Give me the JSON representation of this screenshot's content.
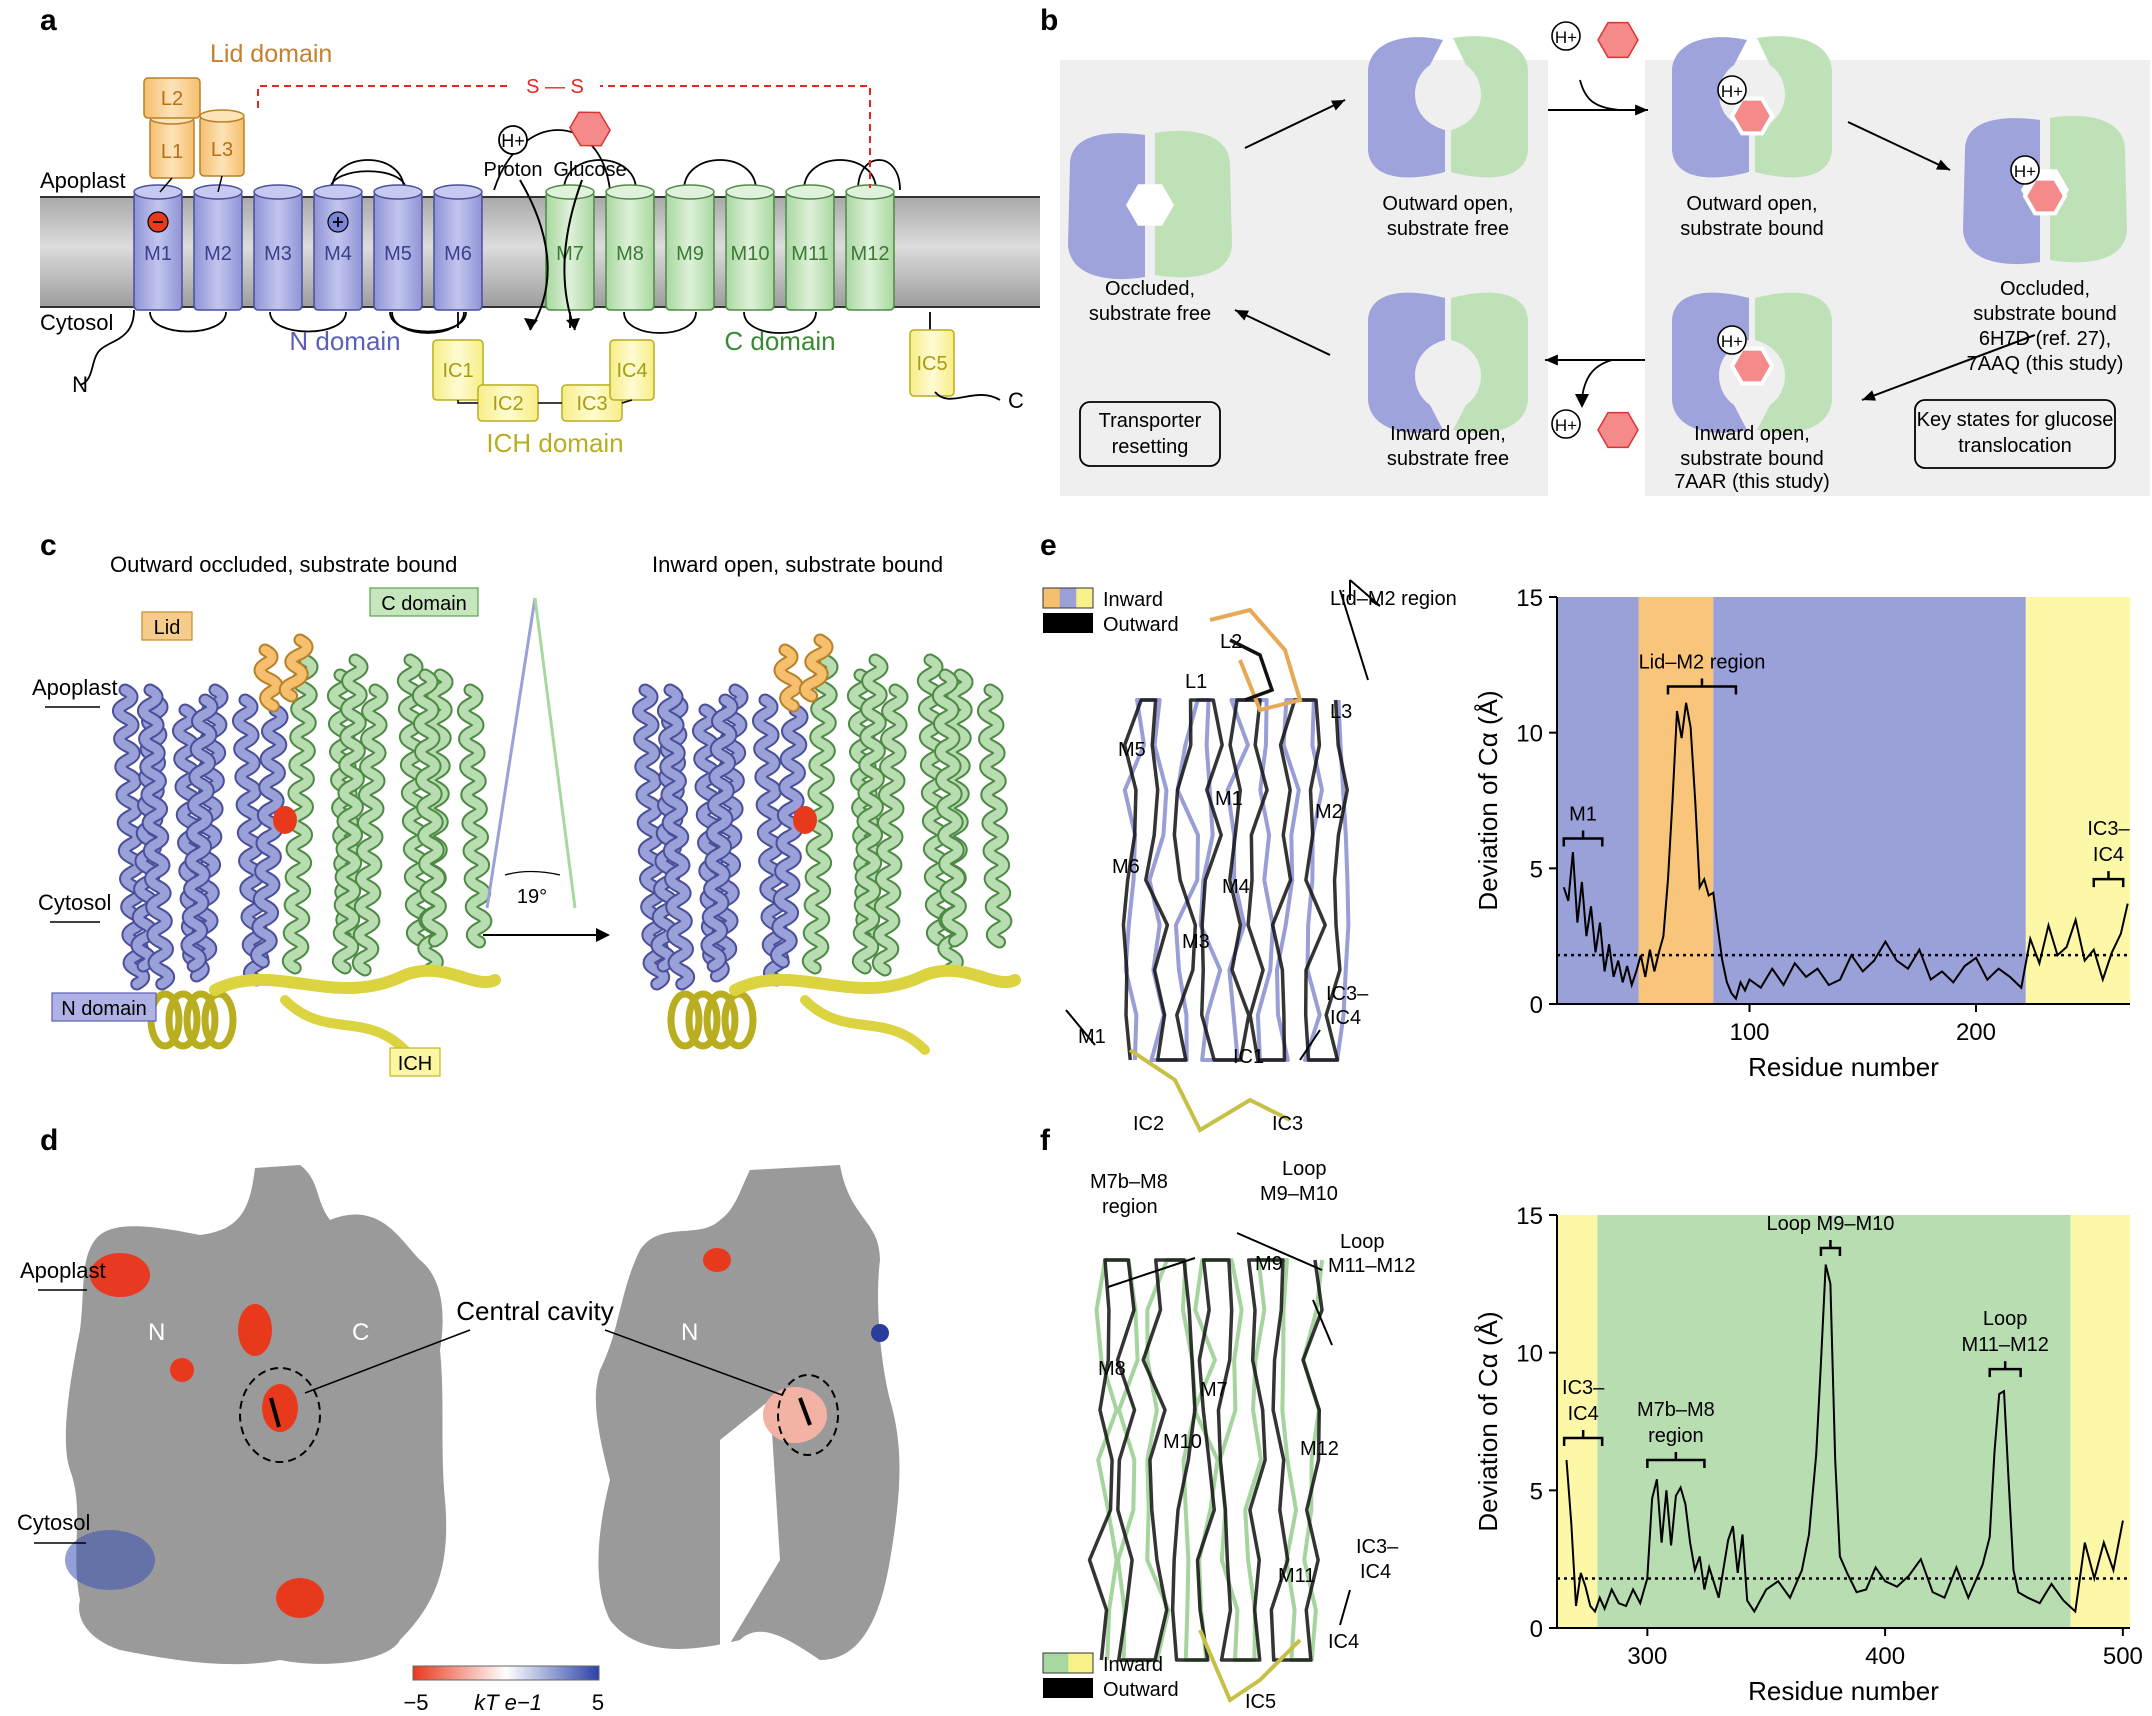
{
  "panels": {
    "a": "a",
    "b": "b",
    "c": "c",
    "d": "d",
    "e": "e",
    "f": "f"
  },
  "panel_a": {
    "lid_domain": "Lid domain",
    "loops": [
      "L1",
      "L2",
      "L3"
    ],
    "ss": "S — S",
    "apoplast": "Apoplast",
    "cytosol": "Cytosol",
    "helices": [
      "M1",
      "M2",
      "M3",
      "M4",
      "M5",
      "M6",
      "M7",
      "M8",
      "M9",
      "M10",
      "M11",
      "M12"
    ],
    "ic": [
      "IC1",
      "IC2",
      "IC3",
      "IC4",
      "IC5"
    ],
    "n_domain": "N domain",
    "c_domain": "C domain",
    "ich_domain": "ICH domain",
    "proton": "Proton",
    "glucose": "Glucose",
    "h_plus": "H+",
    "n_term": "N",
    "c_term": "C",
    "colors": {
      "n": "#9fa3dc",
      "c": "#b9ddb0",
      "lid": "#f7c77f",
      "ich": "#fbf39c",
      "ss": "#e8251f"
    }
  },
  "panel_b": {
    "states": [
      "Occluded, substrate free",
      "Outward open, substrate free",
      "Outward open, substrate bound",
      "Occluded, substrate bound",
      "6H7D (ref. 27),",
      "7AAQ (this study)",
      "Inward open, substrate bound",
      "7AAR (this study)",
      "Inward open, substrate free"
    ],
    "box_left": "Transporter resetting",
    "box_right": "Key states for glucose translocation",
    "h_plus": "H+"
  },
  "panel_c": {
    "title_left": "Outward occluded, substrate bound",
    "title_right": "Inward open, substrate bound",
    "lid": "Lid",
    "c_domain": "C domain",
    "n_domain": "N domain",
    "ich": "ICH",
    "apoplast": "Apoplast",
    "cytosol": "Cytosol",
    "angle": "19°"
  },
  "panel_d": {
    "apoplast": "Apoplast",
    "cytosol": "Cytosol",
    "n": "N",
    "c": "C",
    "central_cavity": "Central cavity",
    "scale_min": "−5",
    "scale_max": "5",
    "scale_unit": "kT e−1"
  },
  "panel_e": {
    "legend_inward": "Inward",
    "legend_outward": "Outward",
    "structure_labels": [
      "Lid–M2 region",
      "L2",
      "L1",
      "L3",
      "M5",
      "M1",
      "M2",
      "M6",
      "M4",
      "M3",
      "M1",
      "IC3–",
      "IC4",
      "IC1",
      "IC2",
      "IC3"
    ]
  },
  "panel_f": {
    "legend_inward": "Inward",
    "legend_outward": "Outward",
    "structure_labels": [
      "M7b–M8",
      "region",
      "Loop",
      "M9–M10",
      "Loop",
      "M11–M12",
      "M9",
      "M8",
      "M7",
      "M10",
      "M12",
      "M11",
      "IC3–",
      "IC4",
      "IC4",
      "IC5"
    ]
  },
  "chart_data": [
    {
      "type": "line",
      "panel": "e",
      "xlabel": "Residue number",
      "ylabel": "Deviation of Cα (Å)",
      "xlim": [
        15,
        268
      ],
      "ylim": [
        0,
        15
      ],
      "xticks": [
        100,
        200
      ],
      "yticks": [
        0,
        5,
        10,
        15
      ],
      "threshold": 1.8,
      "regions": [
        {
          "from": 15,
          "to": 51,
          "color": "#9aa0d8"
        },
        {
          "from": 51,
          "to": 84,
          "color": "#f9c57a"
        },
        {
          "from": 84,
          "to": 222,
          "color": "#9aa0d8"
        },
        {
          "from": 222,
          "to": 268,
          "color": "#fdf8a8"
        }
      ],
      "annotations": [
        {
          "label": "M1",
          "x1": 18,
          "x2": 35,
          "y": 6.1
        },
        {
          "label": "Lid–M2 region",
          "x1": 64,
          "x2": 94,
          "y": 11.7
        },
        {
          "label": "IC3–",
          "label2": "IC4",
          "x1": 252,
          "x2": 265,
          "y": 4.6
        }
      ],
      "x": [
        18,
        20,
        22,
        24,
        26,
        28,
        30,
        32,
        34,
        36,
        38,
        40,
        42,
        44,
        46,
        48,
        50,
        52,
        54,
        56,
        58,
        60,
        62,
        64,
        66,
        68,
        70,
        72,
        74,
        76,
        78,
        80,
        82,
        84,
        86,
        88,
        90,
        92,
        94,
        96,
        98,
        100,
        105,
        110,
        115,
        120,
        125,
        130,
        135,
        140,
        145,
        150,
        155,
        160,
        165,
        170,
        175,
        180,
        185,
        190,
        195,
        200,
        205,
        210,
        215,
        220,
        224,
        228,
        232,
        236,
        240,
        244,
        248,
        252,
        256,
        260,
        264,
        267
      ],
      "values": [
        4.3,
        3.8,
        5.6,
        3.0,
        4.5,
        2.5,
        3.6,
        1.9,
        3.0,
        1.2,
        2.2,
        1.0,
        1.6,
        0.8,
        1.4,
        0.7,
        1.2,
        1.8,
        1.0,
        2.0,
        1.2,
        1.9,
        2.5,
        4.6,
        7.5,
        10.8,
        9.8,
        11.1,
        10.2,
        7.5,
        4.3,
        4.6,
        4.0,
        4.1,
        2.8,
        1.6,
        0.8,
        0.4,
        0.2,
        0.8,
        0.5,
        0.9,
        0.6,
        1.3,
        0.7,
        1.5,
        1.0,
        1.3,
        0.7,
        0.9,
        1.8,
        1.2,
        1.6,
        2.3,
        1.6,
        1.3,
        2.0,
        0.9,
        1.2,
        0.8,
        1.4,
        1.7,
        0.9,
        1.3,
        1.0,
        0.6,
        2.4,
        1.5,
        2.9,
        1.8,
        2.1,
        3.1,
        1.6,
        2.0,
        0.9,
        1.9,
        2.6,
        3.7
      ]
    },
    {
      "type": "line",
      "panel": "f",
      "xlabel": "Residue number",
      "ylabel": "Deviation of Cα (Å)",
      "xlim": [
        262,
        503
      ],
      "ylim": [
        0,
        15
      ],
      "xticks": [
        300,
        400,
        500
      ],
      "yticks": [
        0,
        5,
        10,
        15
      ],
      "threshold": 1.8,
      "regions": [
        {
          "from": 262,
          "to": 279,
          "color": "#fdf8a8"
        },
        {
          "from": 279,
          "to": 478,
          "color": "#b7ddb1"
        },
        {
          "from": 478,
          "to": 503,
          "color": "#fdf8a8"
        }
      ],
      "annotations": [
        {
          "label": "IC3–",
          "label2": "IC4",
          "x1": 265,
          "x2": 281,
          "y": 6.9
        },
        {
          "label": "M7b–M8",
          "label2": "region",
          "x1": 300,
          "x2": 324,
          "y": 6.1
        },
        {
          "label": "Loop M9–M10",
          "x1": 373,
          "x2": 381,
          "y": 13.8
        },
        {
          "label": "Loop",
          "label2": "M11–M12",
          "x1": 444,
          "x2": 457,
          "y": 9.4
        }
      ],
      "x": [
        266,
        268,
        270,
        272,
        274,
        276,
        278,
        280,
        282,
        285,
        288,
        291,
        294,
        297,
        300,
        302,
        304,
        306,
        308,
        310,
        312,
        314,
        316,
        318,
        320,
        322,
        324,
        326,
        330,
        334,
        336,
        338,
        340,
        342,
        345,
        350,
        355,
        360,
        365,
        368,
        371,
        373,
        375,
        377,
        379,
        381,
        384,
        388,
        392,
        396,
        400,
        405,
        410,
        415,
        420,
        425,
        430,
        435,
        438,
        441,
        444,
        446,
        448,
        450,
        452,
        454,
        456,
        460,
        465,
        470,
        475,
        480,
        484,
        488,
        492,
        496,
        500
      ],
      "values": [
        6.1,
        3.8,
        0.8,
        2.0,
        1.5,
        0.8,
        0.6,
        1.1,
        0.7,
        1.4,
        0.9,
        0.8,
        1.4,
        0.9,
        1.8,
        4.7,
        5.4,
        3.1,
        5.0,
        3.0,
        4.8,
        5.1,
        4.5,
        3.1,
        2.1,
        2.6,
        1.4,
        2.2,
        1.1,
        3.2,
        3.7,
        2.0,
        3.4,
        1.0,
        0.6,
        1.4,
        1.7,
        1.1,
        2.1,
        3.4,
        6.3,
        9.6,
        13.2,
        12.5,
        6.1,
        2.6,
        2.0,
        1.3,
        1.4,
        2.2,
        1.7,
        1.5,
        1.9,
        2.5,
        1.3,
        1.1,
        2.2,
        1.1,
        1.7,
        2.3,
        3.3,
        6.4,
        8.5,
        8.6,
        5.3,
        2.1,
        1.3,
        1.1,
        0.9,
        1.6,
        1.0,
        0.6,
        3.1,
        1.8,
        3.1,
        2.1,
        3.9
      ]
    }
  ]
}
